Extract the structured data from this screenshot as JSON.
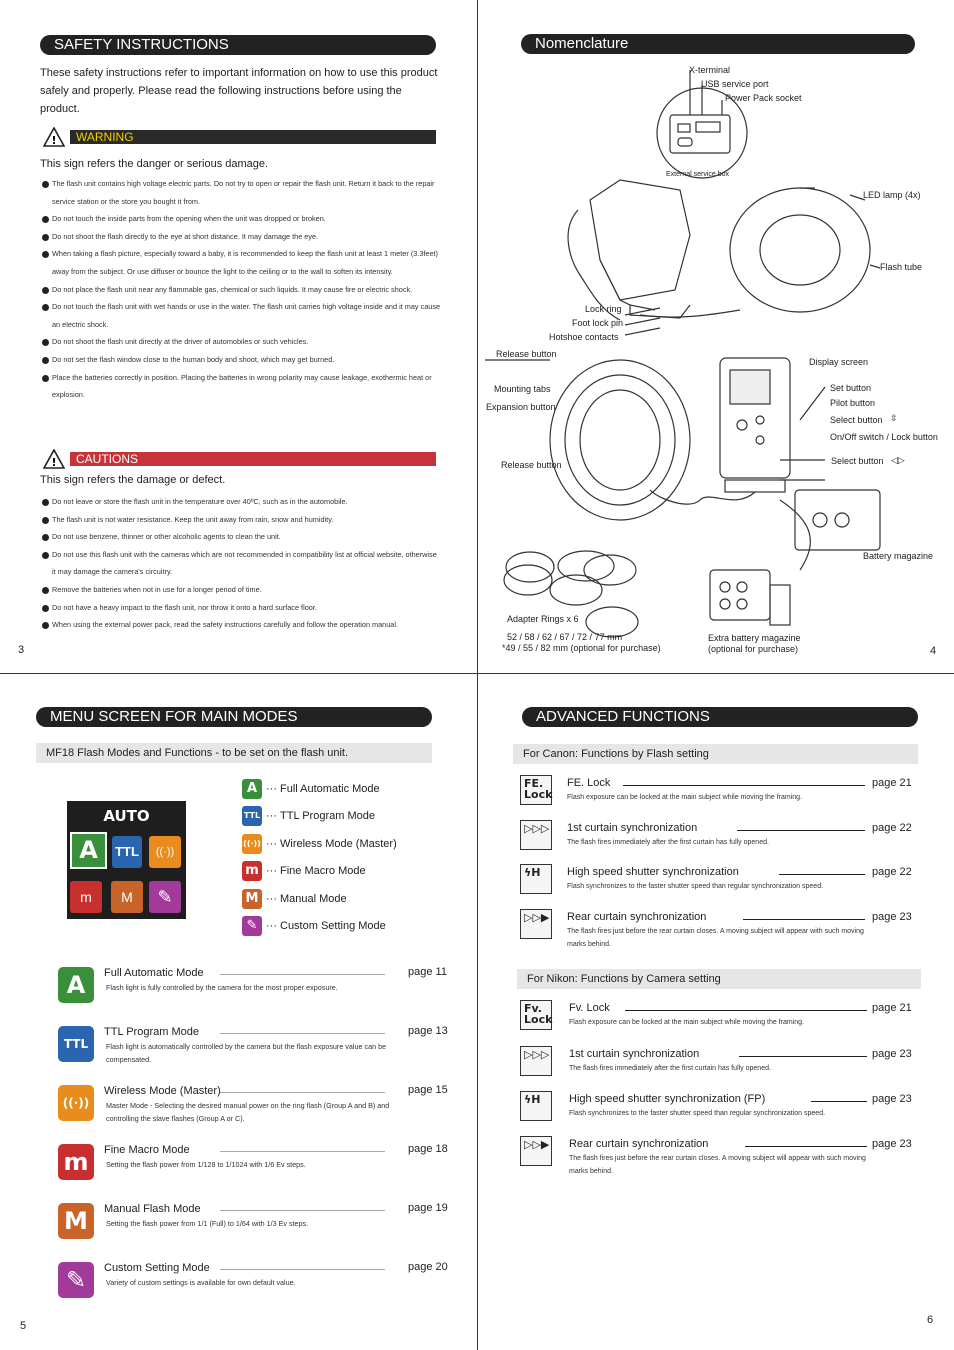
{
  "page3": {
    "title": "SAFETY INSTRUCTIONS",
    "intro": "These safety instructions refer to important information on how to use this product safely and properly. Please read the following instructions before using the product.",
    "warning_label": "WARNING",
    "warning_sign_text": "This sign refers the danger or serious damage.",
    "warnings": [
      "The flash unit contains high voltage electric parts.  Do not try to open or repair the flash unit.  Return it back to the repair service station or the store you bought it from.",
      "Do not touch the inside parts from the opening when the unit was dropped or broken.",
      "Do not shoot the flash directly to the eye at short distance. It may damage the eye.",
      "When taking a flash picture, especially toward a baby, it is recommended to keep the flash unit at least 1 meter (3.3feet) away from the subject. Or use diffuser or bounce the light to the ceiling or to the wall to soften its intensity.",
      "Do not place the flash unit near any flammable gas, chemical or such liquids. It may cause fire or electric shock.",
      "Do not touch the flash unit with wet hands or use in the water. The flash unit carries high voltage inside and it may cause an electric shock.",
      "Do not shoot the flash unit directly at the driver of automobiles or such vehicles.",
      "Do not set the flash window close to the human body and shoot, which may get burned.",
      "Place the batteries correctly in position. Placing the batteries in wrong polarity may cause leakage, exothermic heat or explosion."
    ],
    "cautions_label": "CAUTIONS",
    "cautions_sign_text": "This sign refers the damage or defect.",
    "cautions": [
      "Do not leave or store the flash unit in the temperature over 40ºC, such as in the automobile.",
      "The flash unit is not water resistance.  Keep the unit away from rain, snow and humidity.",
      "Do not use benzene, thinner or other alcoholic agents to clean the unit.",
      "Do not use this flash unit with the cameras which are not recommended in compatibility list at official website, otherwise it may damage the camera's circuitry.",
      "Remove the batteries when not in use for a longer period of time.",
      "Do not have a heavy impact to the flash unit, nor throw it onto a hard surface floor.",
      "When using the external power pack, read the safety instructions carefully and follow the operation manual."
    ],
    "page_number": "3"
  },
  "page4": {
    "title": "Nomenclature",
    "labels": {
      "x_terminal": "X-terminal",
      "usb": "USB service port",
      "power_pack": "Power Pack socket",
      "ext_box": "External service box",
      "led": "LED lamp (4x)",
      "flash_tube": "Flash tube",
      "lock_ring": "Lock ring",
      "foot_lock": "Foot lock pin",
      "hotshoe": "Hotshoe contacts",
      "release1": "Release button",
      "mounting": "Mounting tabs",
      "expansion": "Expansion button",
      "release2": "Release button",
      "display": "Display screen",
      "set": "Set button",
      "pilot": "Pilot button",
      "select_v": "Select button",
      "onoff": "On/Off switch / Lock button",
      "select_h": "Select button",
      "battery_mag": "Battery magazine",
      "adapter": "Adapter Rings x 6",
      "adapter_sizes": "52 / 58 / 62 / 67 / 72 / 77 mm",
      "adapter_optional": "*49 / 55 / 82 mm (optional for purchase)",
      "extra_mag": "Extra battery magazine",
      "extra_mag_opt": "(optional for purchase)"
    },
    "page_number": "4"
  },
  "page5": {
    "title": "MENU SCREEN FOR MAIN MODES",
    "subtitle": "MF18 Flash Modes and Functions - to be set on the flash unit.",
    "screen_label": "AUTO",
    "legend": [
      {
        "icon": "A",
        "color": "#3a8f3a",
        "label": "Full Automatic Mode"
      },
      {
        "icon": "TTL",
        "color": "#2a66b0",
        "label": "TTL Program Mode"
      },
      {
        "icon": "((·))",
        "color": "#e88c1e",
        "label": "Wireless Mode (Master)"
      },
      {
        "icon": "m",
        "color": "#c82f2f",
        "label": "Fine Macro Mode"
      },
      {
        "icon": "M",
        "color": "#c8642a",
        "label": "Manual Mode"
      },
      {
        "icon": "✎",
        "color": "#a23a9c",
        "label": "Custom Setting Mode"
      }
    ],
    "modes": [
      {
        "icon": "A",
        "color": "#3a8f3a",
        "title": "Full Automatic Mode",
        "desc": "Flash light is fully controlled by the camera for the most proper exposure.",
        "page": "page 11"
      },
      {
        "icon": "TTL",
        "color": "#2a66b0",
        "title": "TTL Program Mode",
        "desc": "Flash light is automatically controlled by the camera but the flash exposure value can be compensated.",
        "page": "page 13"
      },
      {
        "icon": "((·))",
        "color": "#e88c1e",
        "title": "Wireless Mode (Master)",
        "desc": "Master Mode - Selecting the desired manual power on the ring flash (Group A and B) and controlling the slave flashes (Group A  or C).",
        "page": "page 15"
      },
      {
        "icon": "m",
        "color": "#c82f2f",
        "title": "Fine Macro Mode",
        "desc": "Setting the flash power from 1/128 to 1/1024 with 1/6 Ev steps.",
        "page": "page 18"
      },
      {
        "icon": "M",
        "color": "#c8642a",
        "title": "Manual Flash Mode",
        "desc": "Setting the flash power from 1/1 (Full) to 1/64 with 1/3 Ev steps.",
        "page": "page 19"
      },
      {
        "icon": "✎",
        "color": "#a23a9c",
        "title": "Custom Setting Mode",
        "desc": "Variety of custom settings is available for own default value.",
        "page": "page 20"
      }
    ],
    "page_number": "5"
  },
  "page6": {
    "title": "ADVANCED FUNCTIONS",
    "canon_header": "For Canon: Functions by Flash setting",
    "canon": [
      {
        "icon": "FE.\nLock",
        "title": "FE. Lock",
        "desc": "Flash exposure can be locked at the main subject while moving the framing.",
        "page": "page 21"
      },
      {
        "icon": "▷▷▷",
        "title": "1st curtain synchronization",
        "desc": "The flash fires immediately after the first curtain has fully opened.",
        "page": "page 22"
      },
      {
        "icon": "ϟH",
        "title": "High speed shutter synchronization",
        "desc": "Flash synchronizes to the faster shutter speed than regular synchronization speed.",
        "page": "page 22"
      },
      {
        "icon": "▷▷▶",
        "title": "Rear curtain synchronization",
        "desc": "The flash fires just before the rear curtain closes. A moving subject will appear with such moving marks behind.",
        "page": "page 23"
      }
    ],
    "nikon_header": "For Nikon: Functions by Camera setting",
    "nikon": [
      {
        "icon": "Fv.\nLock",
        "title": "Fv. Lock",
        "desc": "Flash exposure can be locked at the main subject while moving the framing.",
        "page": "page 21"
      },
      {
        "icon": "▷▷▷",
        "title": "1st curtain synchronization",
        "desc": "The flash fires immediately after the first curtain has fully opened.",
        "page": "page 23"
      },
      {
        "icon": "ϟH",
        "title": "High speed shutter synchronization (FP)",
        "desc": "Flash synchronizes to the faster shutter speed than regular synchronization speed.",
        "page": "page 23"
      },
      {
        "icon": "▷▷▶",
        "title": "Rear curtain synchronization",
        "desc": "The flash fires just before the rear curtain closes. A moving subject will appear with such moving marks behind.",
        "page": "page 23"
      }
    ],
    "page_number": "6"
  }
}
